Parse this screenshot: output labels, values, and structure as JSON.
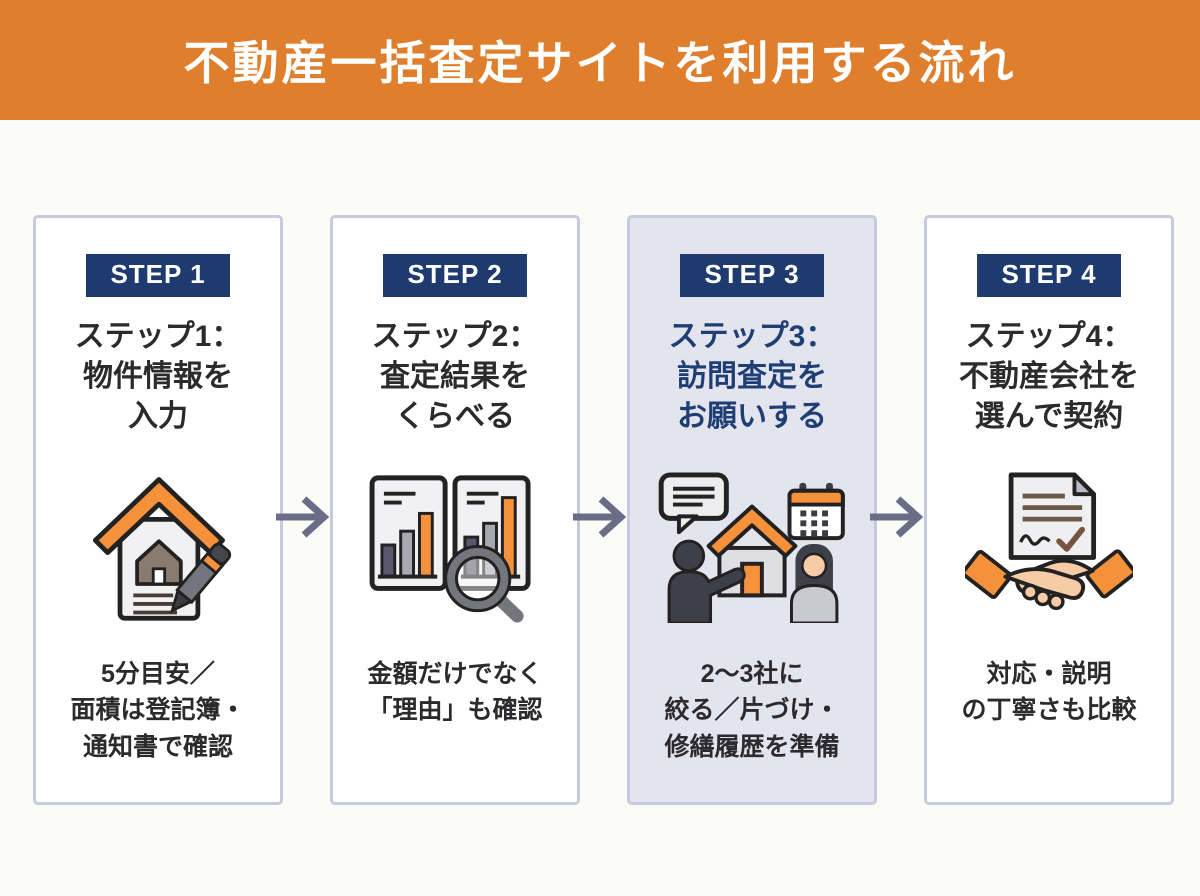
{
  "header": {
    "title": "不動産一括査定サイトを利用する流れ"
  },
  "steps": [
    {
      "badge": "STEP 1",
      "title": "ステップ1：\n物件情報を\n入力",
      "caption": "5分目安／\n面積は登記簿・\n通知書で確認",
      "icon": "house-document-pencil-icon",
      "highlighted": false
    },
    {
      "badge": "STEP 2",
      "title": "ステップ2：\n査定結果を\nくらべる",
      "caption": "金額だけでなく\n「理由」も確認",
      "icon": "chart-comparison-magnifier-icon",
      "highlighted": false
    },
    {
      "badge": "STEP 3",
      "title": "ステップ3：\n訪問査定を\nお願いする",
      "caption": "2〜3社に\n絞る／片づけ・\n修繕履歴を準備",
      "icon": "visit-consultation-icon",
      "highlighted": true
    },
    {
      "badge": "STEP 4",
      "title": "ステップ4：\n不動産会社を\n選んで契約",
      "caption": "対応・説明\nの丁寧さも比較",
      "icon": "contract-handshake-icon",
      "highlighted": false
    }
  ],
  "colors": {
    "header_bg": "#DF7F2D",
    "header_text": "#FFFFFF",
    "badge_navy": "#1E3A6E",
    "step3_title_navy": "#1F3F74",
    "card_border": "#C7CADD",
    "card_highlight_bg": "#E3E4EE",
    "arrow": "#6A6D87",
    "icon_orange": "#F5913B"
  }
}
